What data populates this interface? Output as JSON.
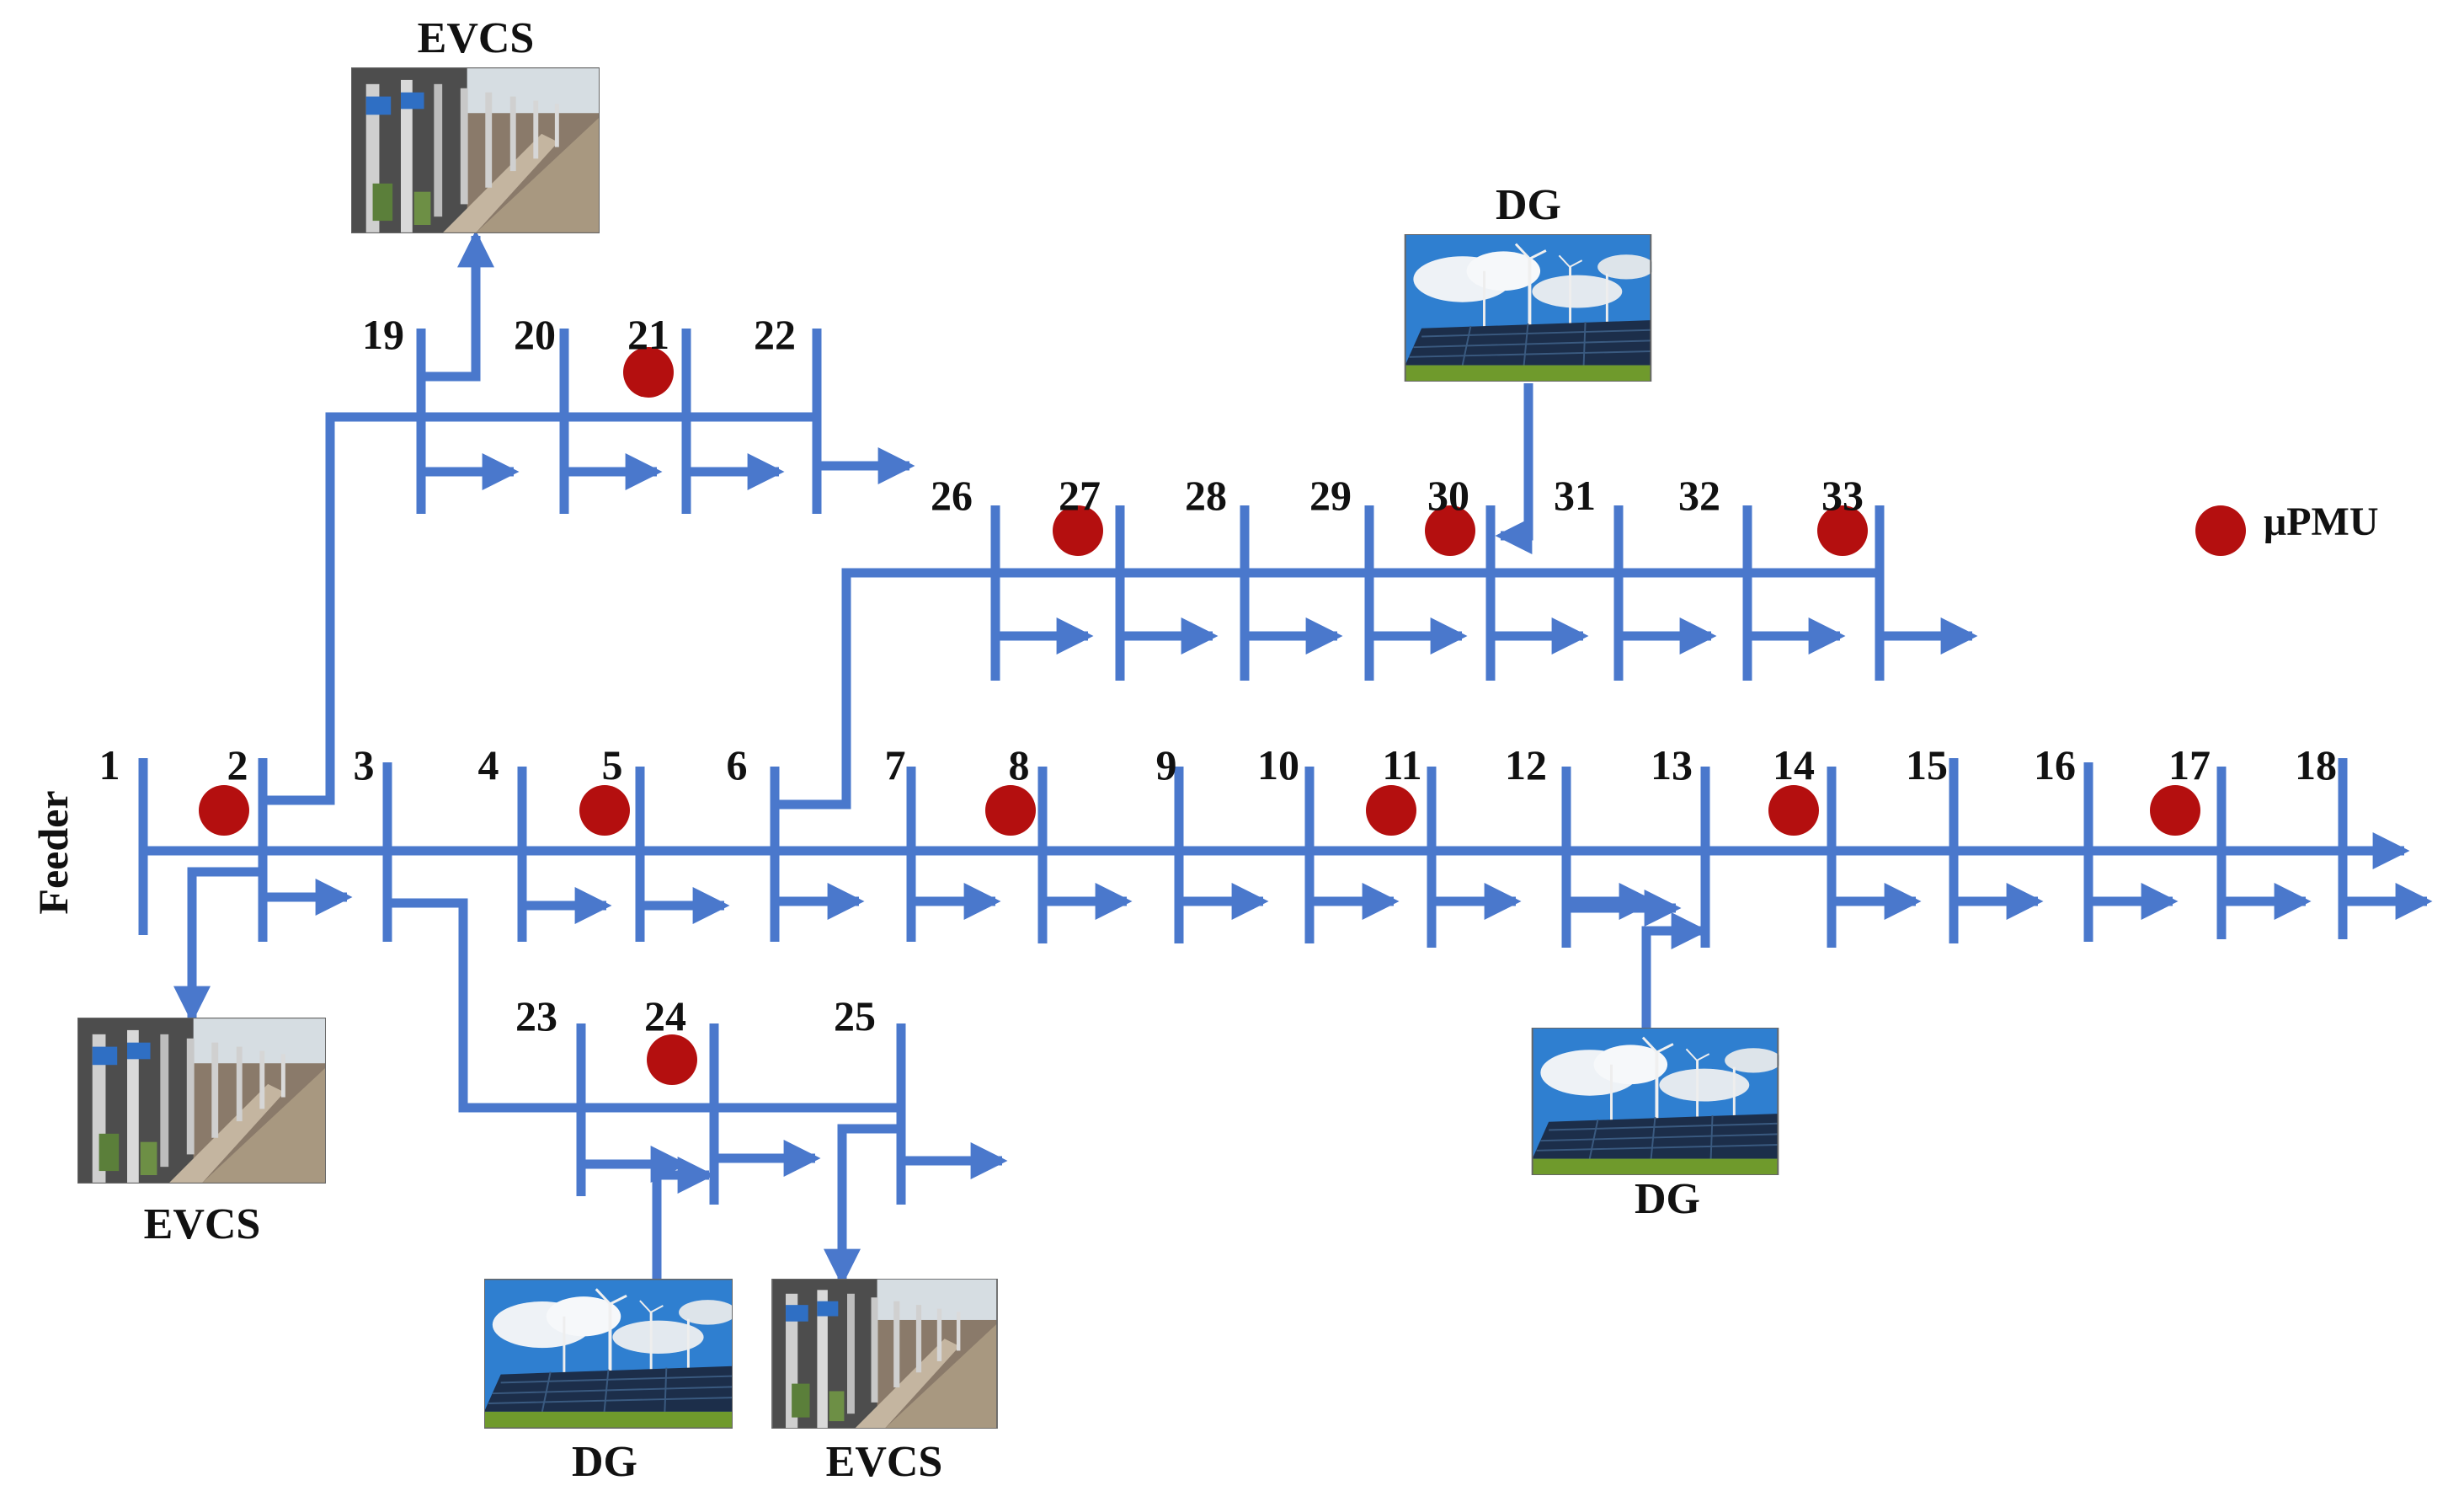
{
  "colors": {
    "line": "#4a78cc",
    "pmu": "#b40f0f",
    "text": "#111111"
  },
  "feeder_label": "Feeder",
  "legend": {
    "label": "μPMU"
  },
  "bus_labels": {
    "b1": "1",
    "b2": "2",
    "b3": "3",
    "b4": "4",
    "b5": "5",
    "b6": "6",
    "b7": "7",
    "b8": "8",
    "b9": "9",
    "b10": "10",
    "b11": "11",
    "b12": "12",
    "b13": "13",
    "b14": "14",
    "b15": "15",
    "b16": "16",
    "b17": "17",
    "b18": "18",
    "b19": "19",
    "b20": "20",
    "b21": "21",
    "b22": "22",
    "b23": "23",
    "b24": "24",
    "b25": "25",
    "b26": "26",
    "b27": "27",
    "b28": "28",
    "b29": "29",
    "b30": "30",
    "b31": "31",
    "b32": "32",
    "b33": "33"
  },
  "pmu_buses": [
    "2",
    "5",
    "8",
    "11",
    "14",
    "17",
    "21",
    "24",
    "27",
    "30",
    "33"
  ],
  "devices": {
    "evcs_top": "EVCS",
    "evcs_left": "EVCS",
    "evcs_bottom": "EVCS",
    "dg_top": "DG",
    "dg_right": "DG",
    "dg_bottom": "DG"
  },
  "icons": {
    "evcs": "ev-charging-station-photo",
    "dg": "solar-wind-generation-photo"
  }
}
